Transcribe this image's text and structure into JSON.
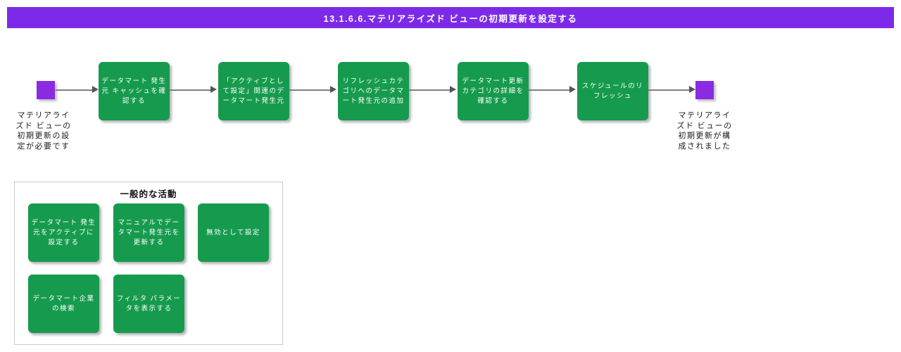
{
  "header": {
    "title": "13.1.6.6.マテリアライズド ビューの初期更新を設定する"
  },
  "flow": {
    "start_note": "マテリアライズド ビューの初期更新の設定が必要です",
    "steps": [
      "データマート 発生元 キャッシュを確認する",
      "「アクティブとして設定」関連のデータマート発生元",
      "リフレッシュカテゴリへのデータマート発生元の追加",
      "データマート更新カテゴリの詳細を確認する",
      "スケジュールのリフレッシュ"
    ],
    "end_note": "マテリアライズド ビューの初期更新が構成されました"
  },
  "common_activities": {
    "title": "一般的な活動",
    "items": [
      "データマート 発生元をアクティブに設定する",
      "マニュアルでデータマート発生元を更新する",
      "無効として設定",
      "データマート企業の検索",
      "フィルタ パラメータを表示する"
    ]
  },
  "colors": {
    "header_bg": "#7D2AE8",
    "terminal_purple": "#8A2BE2",
    "node_green": "#169B4E",
    "arrow_gray": "#7F7F7F",
    "panel_border": "#C9C9C9"
  }
}
